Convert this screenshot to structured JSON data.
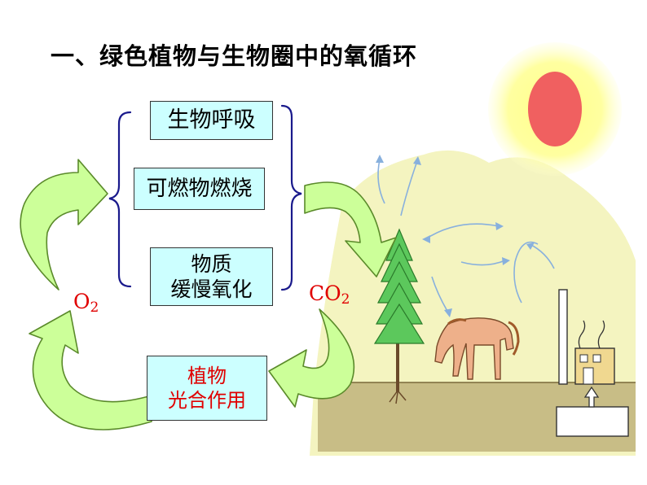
{
  "title": "一、绿色植物与生物圈中的氧循环",
  "processes": {
    "respiration": "生物呼吸",
    "combustion": "可燃物燃烧",
    "slow_oxidation_line1": "物质",
    "slow_oxidation_line2": "缓慢氧化",
    "photosynthesis_line1": "植物",
    "photosynthesis_line2": "光合作用"
  },
  "gases": {
    "oxygen_base": "O",
    "oxygen_sub": "2",
    "co2_base": "CO",
    "co2_sub": "2"
  },
  "colors": {
    "arrow_fill": "#ccff99",
    "box_fill": "#ccffff",
    "brace": "#1a1a8c",
    "label_red": "#e00000",
    "sun_glow": "#ffff99",
    "sun_core": "#f06060",
    "scene_bg": "#f4f4c0",
    "ground": "#c8bd86",
    "horse": "#eeb08a",
    "tree": "#5cc85c",
    "air_arrows": "#88b0dd"
  },
  "icons": [
    "sun-icon",
    "tree-icon",
    "horse-icon",
    "factory-icon"
  ]
}
